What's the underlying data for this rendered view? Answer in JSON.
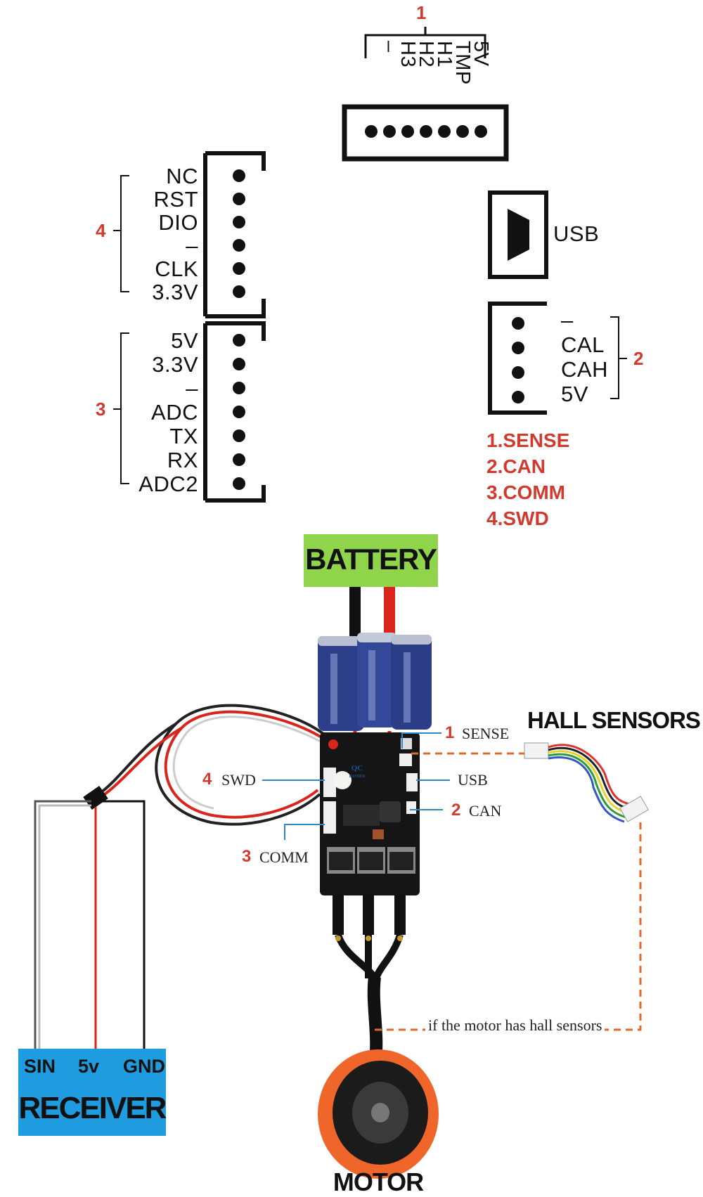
{
  "connectors": {
    "sense": {
      "number": "1",
      "pins": [
        "5V",
        "TMP",
        "H1",
        "H2",
        "H3",
        "–"
      ]
    },
    "swd": {
      "number": "4",
      "pins": [
        "NC",
        "RST",
        "DIO",
        "–",
        "CLK",
        "3.3V"
      ]
    },
    "comm": {
      "number": "3",
      "pins": [
        "5V",
        "3.3V",
        "–",
        "ADC",
        "TX",
        "RX",
        "ADC2"
      ]
    },
    "usb": {
      "label": "USB"
    },
    "can": {
      "number": "2",
      "pins": [
        "–",
        "CAL",
        "CAH",
        "5V"
      ]
    }
  },
  "legend": [
    "1.SENSE",
    "2.CAN",
    "3.COMM",
    "4.SWD"
  ],
  "wiring": {
    "battery": "BATTERY",
    "hall_sensors": "HALL SENSORS",
    "callouts": {
      "sense": {
        "number": "1",
        "label": "SENSE"
      },
      "swd": {
        "number": "4",
        "label": "SWD"
      },
      "usb": {
        "label": "USB"
      },
      "can": {
        "number": "2",
        "label": "CAN"
      },
      "comm": {
        "number": "3",
        "label": "COMM"
      }
    },
    "receiver": {
      "title": "RECEIVER",
      "pins": [
        "SIN",
        "5v",
        "GND"
      ]
    },
    "hall_note": "if the motor has hall sensors",
    "motor": "MOTOR",
    "pcb_badge": [
      "QC",
      "PASSED"
    ]
  },
  "colors": {
    "accent_red": "#d23a2e",
    "battery_green": "#8fd44a",
    "receiver_blue": "#1f9be0",
    "dashed_orange": "#e06a2c",
    "callout_blue": "#2a8ac8",
    "motor_orange": "#f0662a"
  }
}
